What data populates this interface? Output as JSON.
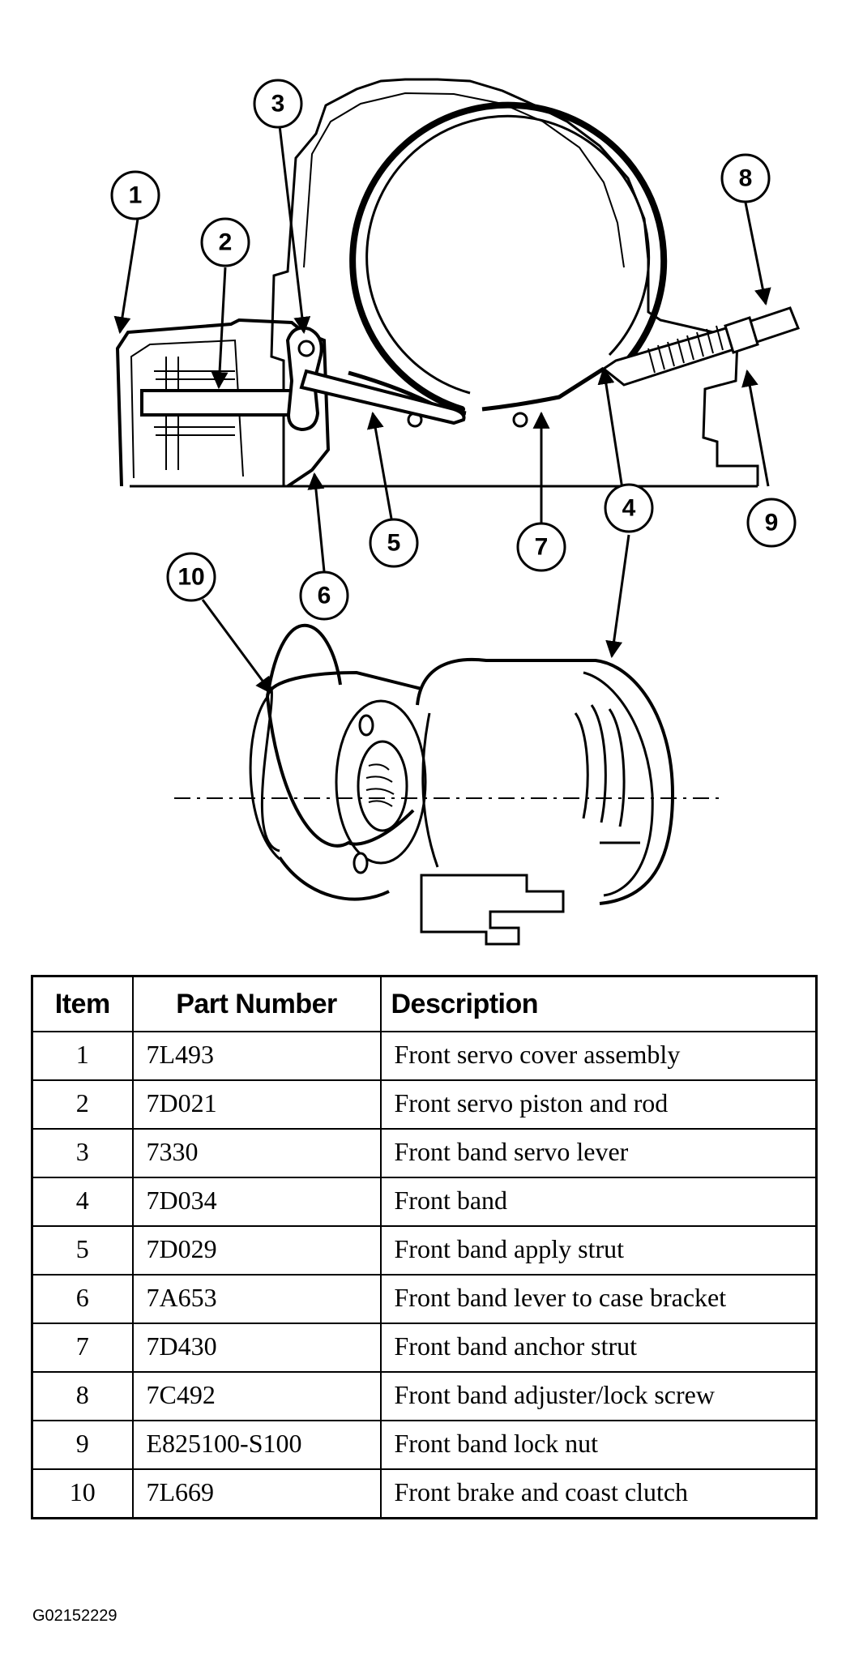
{
  "diagram": {
    "callouts": [
      "1",
      "2",
      "3",
      "4",
      "5",
      "6",
      "7",
      "8",
      "9",
      "10"
    ]
  },
  "table": {
    "headers": {
      "item": "Item",
      "part_number": "Part Number",
      "description": "Description"
    },
    "rows": [
      {
        "item": "1",
        "part_number": "7L493",
        "description": "Front servo cover assembly"
      },
      {
        "item": "2",
        "part_number": "7D021",
        "description": "Front servo piston and rod"
      },
      {
        "item": "3",
        "part_number": "7330",
        "description": "Front band servo lever"
      },
      {
        "item": "4",
        "part_number": "7D034",
        "description": "Front band"
      },
      {
        "item": "5",
        "part_number": "7D029",
        "description": "Front band apply strut"
      },
      {
        "item": "6",
        "part_number": "7A653",
        "description": "Front band lever to case bracket"
      },
      {
        "item": "7",
        "part_number": "7D430",
        "description": "Front band anchor strut"
      },
      {
        "item": "8",
        "part_number": "7C492",
        "description": "Front band adjuster/lock screw"
      },
      {
        "item": "9",
        "part_number": "E825100-S100",
        "description": "Front band lock nut"
      },
      {
        "item": "10",
        "part_number": "7L669",
        "description": "Front brake and coast clutch"
      }
    ]
  },
  "figure_id": "G02152229"
}
